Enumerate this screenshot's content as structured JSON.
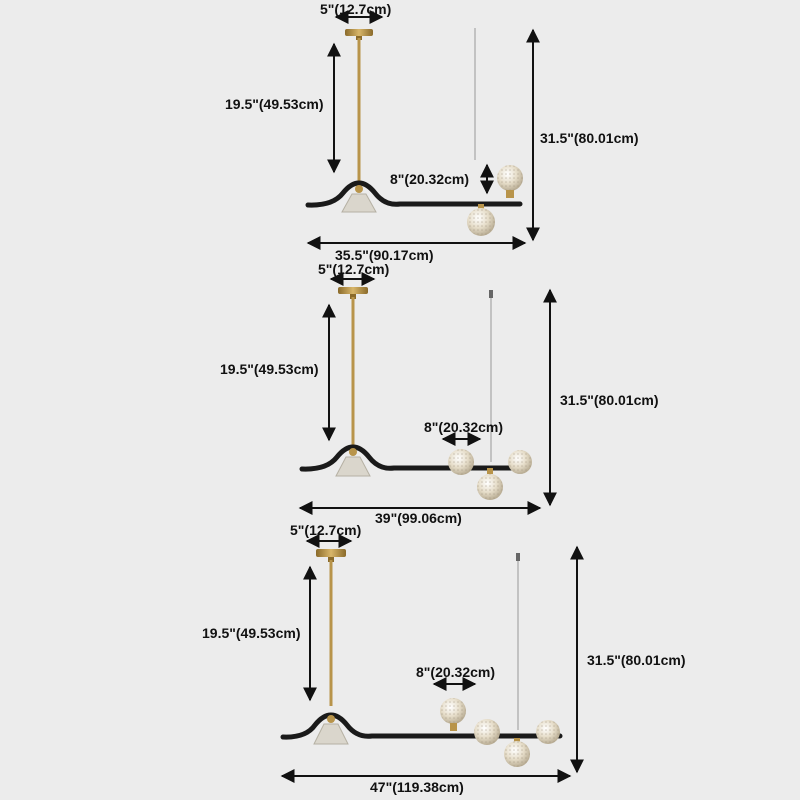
{
  "variants": [
    {
      "canopy_width": "5\"(12.7cm)",
      "drop_length": "19.5\"(49.53cm)",
      "total_height": "31.5\"(80.01cm)",
      "bulb_spacing": "8\"(20.32cm)",
      "total_length": "35.5\"(90.17cm)"
    },
    {
      "canopy_width": "5\"(12.7cm)",
      "drop_length": "19.5\"(49.53cm)",
      "total_height": "31.5\"(80.01cm)",
      "bulb_spacing": "8\"(20.32cm)",
      "total_length": "39\"(99.06cm)"
    },
    {
      "canopy_width": "5\"(12.7cm)",
      "drop_length": "19.5\"(49.53cm)",
      "total_height": "31.5\"(80.01cm)",
      "bulb_spacing": "8\"(20.32cm)",
      "total_length": "47\"(119.38cm)"
    }
  ],
  "colors": {
    "background": "#ececec",
    "brass": "#b8944a",
    "frame": "#1a1a1a",
    "glass": "#e8e2d6",
    "arrow": "#111111"
  }
}
